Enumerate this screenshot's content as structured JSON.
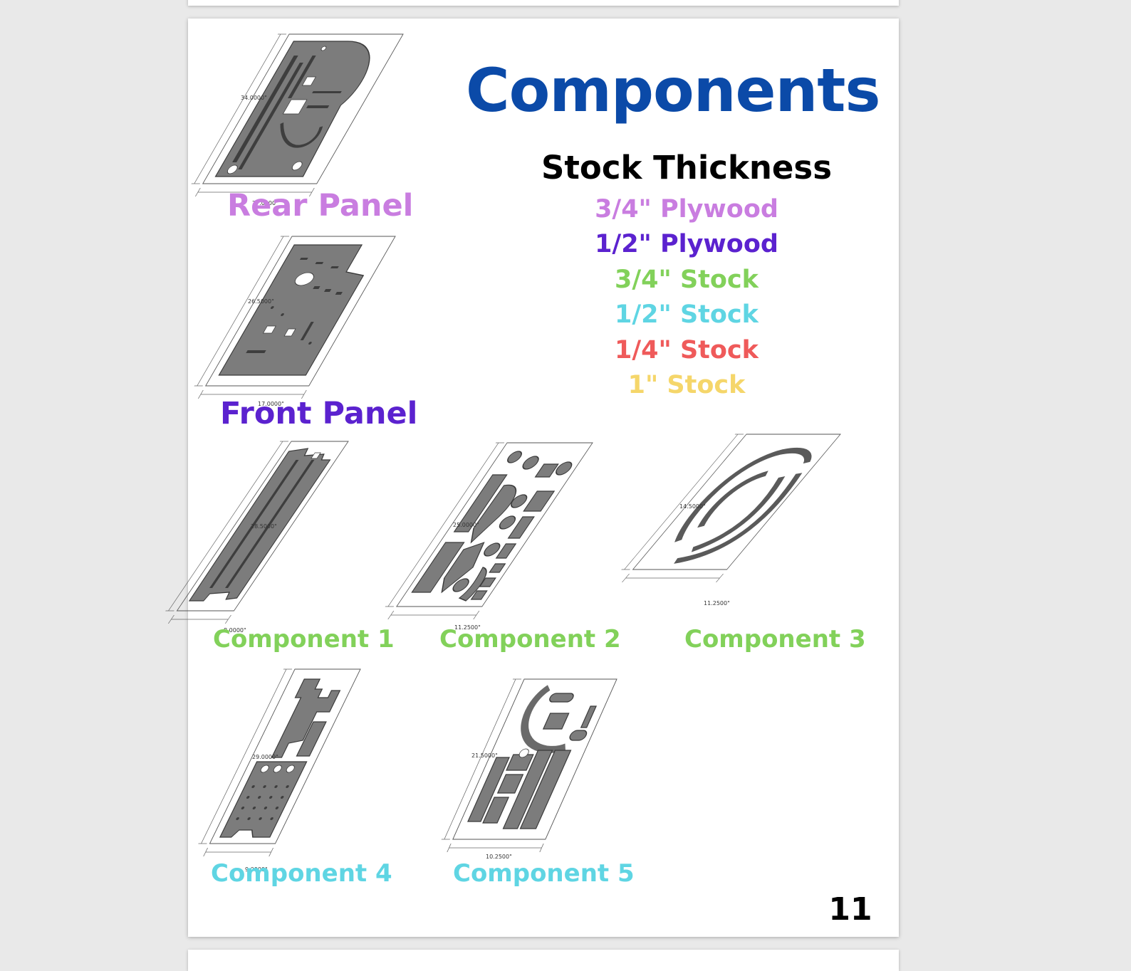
{
  "title": "Components",
  "stock_thickness": {
    "heading": "Stock Thickness",
    "items": [
      {
        "label": "3/4\" Plywood",
        "color": "#c97de0"
      },
      {
        "label": "1/2\" Plywood",
        "color": "#5b22cf"
      },
      {
        "label": "3/4\" Stock",
        "color": "#82d15a"
      },
      {
        "label": "1/2\" Stock",
        "color": "#5fd5e3"
      },
      {
        "label": "1/4\" Stock",
        "color": "#ef5a5a"
      },
      {
        "label": "1\" Stock",
        "color": "#f5d66a"
      }
    ]
  },
  "parts": {
    "rear_panel": {
      "label": "Rear Panel",
      "color": "#c97de0",
      "dims": [
        "34.0000\"",
        "27.0000\""
      ]
    },
    "front_panel": {
      "label": "Front Panel",
      "color": "#5b22cf",
      "dims": [
        "26.5000\"",
        "17.0000\""
      ]
    },
    "component_1": {
      "label": "Component 1",
      "color": "#82d15a",
      "dims": [
        "28.5000\"",
        "8.0000\""
      ]
    },
    "component_2": {
      "label": "Component 2",
      "color": "#82d15a",
      "dims": [
        "25.0000\"",
        "11.2500\""
      ]
    },
    "component_3": {
      "label": "Component 3",
      "color": "#82d15a",
      "dims": [
        "14.5000\"",
        "11.2500\""
      ]
    },
    "component_4": {
      "label": "Component 4",
      "color": "#5fd5e3",
      "dims": [
        "29.0000\"",
        "9.0000\""
      ]
    },
    "component_5": {
      "label": "Component 5",
      "color": "#5fd5e3",
      "dims": [
        "21.5000\"",
        "10.2500\""
      ]
    }
  },
  "title_color": "#0b4aa8",
  "page_number": "11"
}
